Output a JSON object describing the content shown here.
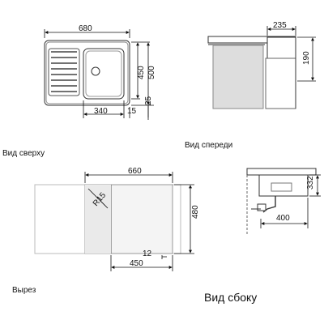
{
  "top_view": {
    "caption": "Вид сверху",
    "dims": {
      "width": "680",
      "depth": "500",
      "bowl_depth": "450",
      "bowl_width": "340",
      "offset": "15",
      "edge": "25"
    }
  },
  "front_view": {
    "caption": "Вид спереди",
    "dims": {
      "bowl_depth": "235",
      "height": "190"
    }
  },
  "cutout_view": {
    "caption": "Вырез",
    "dims": {
      "width": "660",
      "depth": "480",
      "radius": "R15",
      "inner_width": "450",
      "gap": "12"
    }
  },
  "side_view": {
    "caption": "Вид сбоку",
    "dims": {
      "height": "332",
      "width": "400"
    }
  }
}
